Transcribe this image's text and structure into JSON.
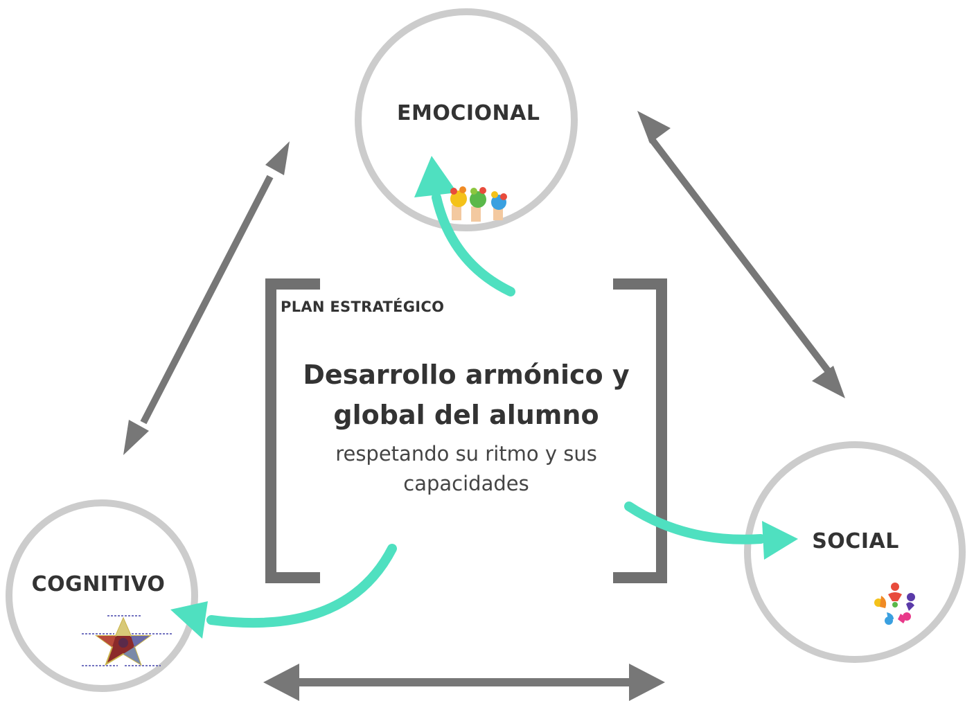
{
  "diagram": {
    "nodes": {
      "emocional": "EMOCIONAL",
      "cognitivo": "COGNITIVO",
      "social": "SOCIAL"
    },
    "plan_label": "PLAN ESTRATÉGICO",
    "center_title_line1": "Desarrollo armónico y",
    "center_title_line2": "global del alumno",
    "center_subtitle_line1": "respetando su ritmo y sus",
    "center_subtitle_line2": "capacidades",
    "colors": {
      "ring": "#cccccc",
      "bracket": "#707070",
      "double_arrow": "#707070",
      "teal_arrow": "#4fe0c0",
      "text": "#333333"
    }
  }
}
